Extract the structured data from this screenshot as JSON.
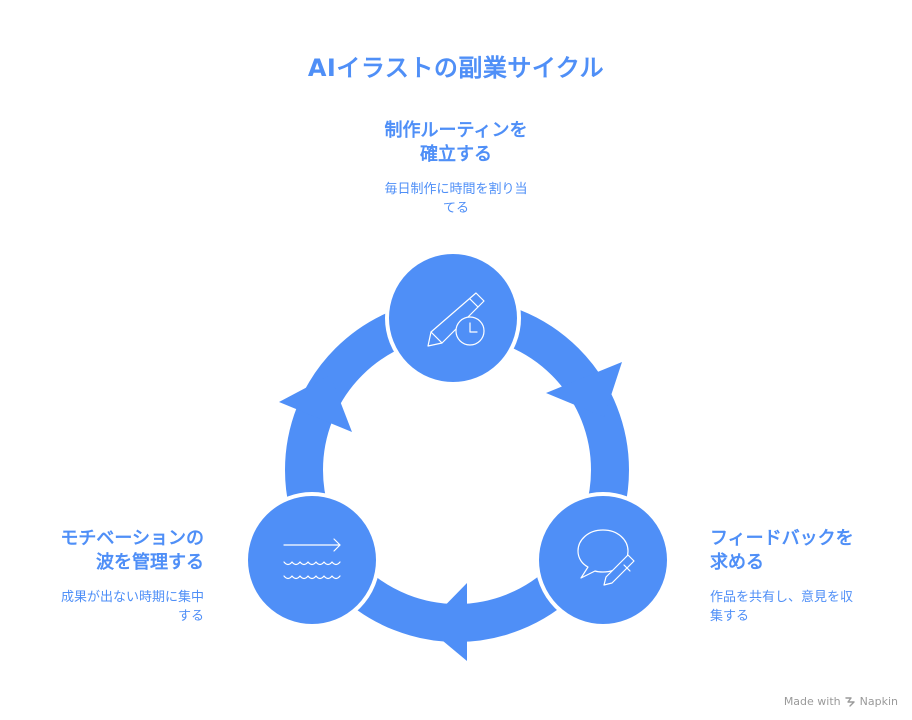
{
  "title": "AIイラストの副業サイクル",
  "steps": [
    {
      "heading_line1": "制作ルーティンを",
      "heading_line2": "確立する",
      "desc_line1": "毎日制作に時間を割り当",
      "desc_line2": "てる",
      "icon": "pencil-clock-icon"
    },
    {
      "heading_line1": "フィードバックを",
      "heading_line2": "求める",
      "desc_line1": "作品を共有し、意見を収",
      "desc_line2": "集する",
      "icon": "speech-bubble-pencil-icon"
    },
    {
      "heading_line1": "モチベーションの",
      "heading_line2": "波を管理する",
      "desc_line1": "成果が出ない時期に集中",
      "desc_line2": "する",
      "icon": "arrow-waves-icon"
    }
  ],
  "credit": {
    "prefix": "Made with",
    "brand": "Napkin"
  },
  "colors": {
    "accent": "#4f8ff7",
    "icon_stroke": "#ffffff"
  }
}
